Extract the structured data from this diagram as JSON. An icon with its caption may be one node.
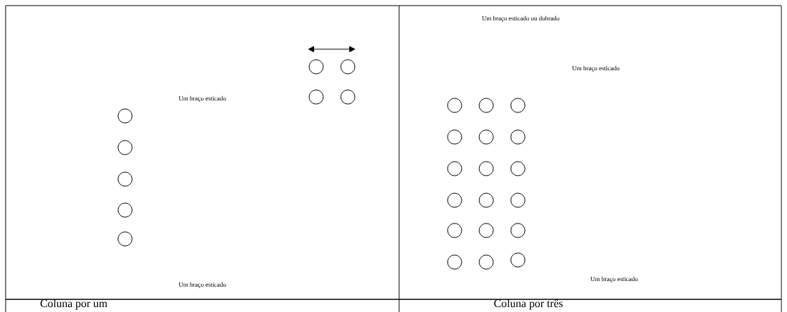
{
  "diagram": {
    "nodes": [
      {
        "text": [],
        "shape": "circle"
      },
      {
        "text": [],
        "shape": "circle"
      },
      {
        "text": [],
        "shape": "circle"
      },
      {
        "text": [],
        "shape": "circle"
      },
      {
        "text": [],
        "shape": "circle"
      },
      {
        "text": [],
        "shape": "circle"
      },
      {
        "text": [],
        "shape": "circle"
      },
      {
        "text": [],
        "shape": "circle"
      },
      {
        "text": [],
        "shape": "circle"
      },
      {
        "text": [],
        "shape": "circle"
      },
      {
        "text": [],
        "shape": "circle"
      },
      {
        "text": [],
        "shape": "circle"
      },
      {
        "text": [],
        "shape": "circle"
      },
      {
        "text": [],
        "shape": "circle"
      },
      {
        "text": [],
        "shape": "circle"
      },
      {
        "text": [],
        "shape": "circle"
      },
      {
        "text": [],
        "shape": "circle"
      },
      {
        "text": [],
        "shape": "circle"
      },
      {
        "text": [],
        "shape": "circle"
      },
      {
        "text": [],
        "shape": "circle"
      },
      {
        "text": [],
        "shape": "circle"
      },
      {
        "text": [],
        "shape": "circle"
      },
      {
        "text": [],
        "shape": "circle"
      },
      {
        "text": [],
        "shape": "circle"
      },
      {
        "text": [],
        "shape": "circle"
      },
      {
        "text": [],
        "shape": "circle"
      },
      {
        "text": [],
        "shape": "circle"
      }
    ],
    "labels": [
      "Um braço esticado ou dobrado",
      "Um braço esticado",
      "Um braço esticado",
      "Um braço esticado",
      "Um braço esticado",
      "Coluna por um",
      "Coluna por três"
    ]
  }
}
